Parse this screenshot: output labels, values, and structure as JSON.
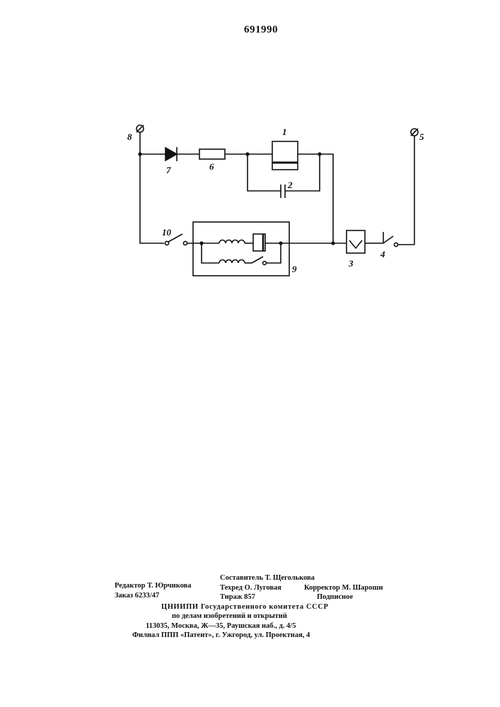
{
  "patent_number": "691990",
  "diagram": {
    "labels": {
      "l1": "1",
      "l2": "2",
      "l3": "3",
      "l4": "4",
      "l5": "5",
      "l6": "6",
      "l7": "7",
      "l8": "8",
      "l9": "9",
      "l10": "10"
    }
  },
  "imprint": {
    "editor": "Редактор Т. Юрчикова",
    "order": "Заказ 6233/47",
    "compiler": "Составитель Т. Щеголькова",
    "techred": "Техред О. Луговая",
    "proofreader": "Корректор М. Шароши",
    "circulation": "Тираж 857",
    "subscription": "Подписное",
    "institute": "ЦНИИПИ  Государственного комитета  СССР",
    "affairs": "по  делам  изобретений  и  открытий",
    "address": "113035,  Москва,  Ж—35,  Раушская  наб.,  д.  4/5",
    "branch": "Филиал  ППП  «Патент»,  г.  Ужгород,  ул.  Проектная,  4"
  }
}
